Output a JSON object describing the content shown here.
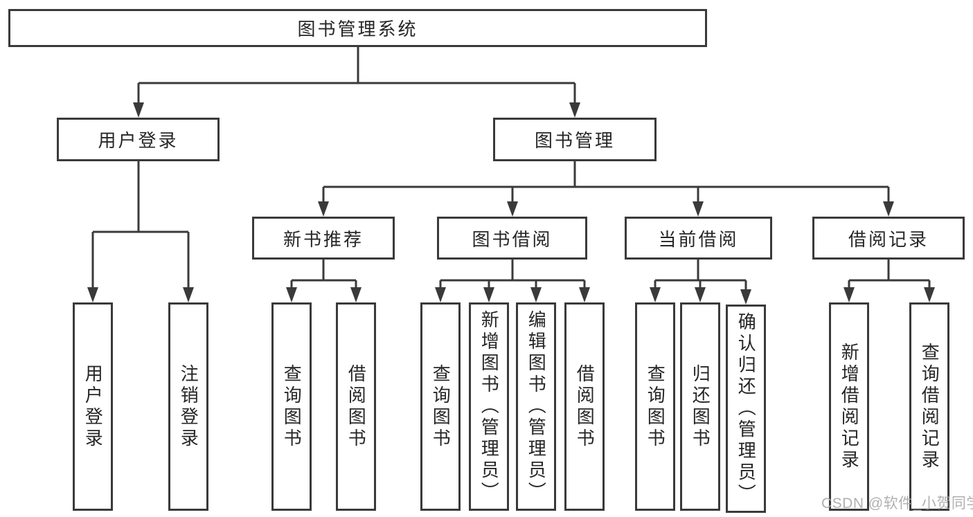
{
  "title": {
    "label": "图书管理系统"
  },
  "nodes": {
    "user_login": "用户登录",
    "book_management": "图书管理",
    "new_book_recommend": "新书推荐",
    "book_borrow": "图书借阅",
    "current_borrow": "当前借阅",
    "borrow_records": "借阅记录"
  },
  "leaves": {
    "user_login": [
      "用户登录",
      "注销登录"
    ],
    "new_book_recommend": [
      "查询图书",
      "借阅图书"
    ],
    "book_borrow": [
      "查询图书",
      "新增图书（管理员）",
      "编辑图书（管理员）",
      "借阅图书"
    ],
    "current_borrow": [
      "查询图书",
      "归还图书",
      "确认归还（管理员）"
    ],
    "borrow_records": [
      "新增借阅记录",
      "查询借阅记录"
    ]
  },
  "watermark": {
    "text": "CSDN @软件_小贺同学"
  },
  "colors": {
    "line": "#3a3a3a",
    "text": "#262626",
    "watermark": "#a8a8a8",
    "background": "#ffffff"
  }
}
